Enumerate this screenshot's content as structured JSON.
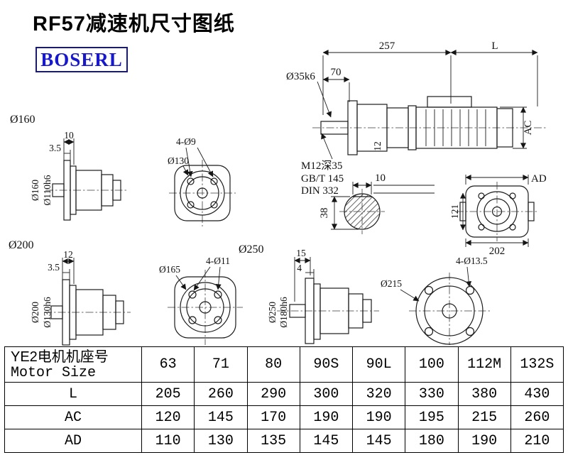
{
  "page": {
    "title": "RF57减速机尺寸图纸",
    "logo": "BOSERL"
  },
  "views": {
    "v160": {
      "name": "Ø160",
      "dim_a": "10",
      "dim_b": "3.5",
      "d_outer": "Ø160",
      "d_inner": "Ø110h6"
    },
    "flange130": {
      "holes": "4-Ø9",
      "d": "Ø130"
    },
    "main": {
      "dim_257": "257",
      "dim_l": "L",
      "dim_70": "70",
      "shaft": "Ø35k6",
      "dim_ac": "AC",
      "dim_12": "12",
      "thread": "M12深35",
      "std1": "GB/T 145",
      "std2": "DIN 332"
    },
    "key": {
      "dim_10": "10",
      "dim_38": "38"
    },
    "ad": {
      "label": "AD",
      "dim_121": "121",
      "dim_202": "202"
    },
    "v200": {
      "name": "Ø200",
      "dim_a": "12",
      "dim_b": "3.5",
      "d_outer": "Ø200",
      "d_inner": "Ø130h6"
    },
    "flange165": {
      "holes": "4-Ø11",
      "d": "Ø165"
    },
    "v250": {
      "name": "Ø250",
      "dim_a": "15",
      "dim_b": "4",
      "d_outer": "Ø250",
      "d_inner": "Ø180h6"
    },
    "flange215": {
      "holes": "4-Ø13.5",
      "d": "Ø215"
    }
  },
  "table": {
    "header_cn": "YE2电机机座号",
    "header_en": "Motor Size",
    "sizes": [
      "63",
      "71",
      "80",
      "90S",
      "90L",
      "100",
      "112M",
      "132S"
    ],
    "rows": [
      {
        "label": "L",
        "values": [
          "205",
          "260",
          "290",
          "300",
          "320",
          "330",
          "380",
          "430"
        ]
      },
      {
        "label": "AC",
        "values": [
          "120",
          "145",
          "170",
          "190",
          "190",
          "195",
          "215",
          "260"
        ]
      },
      {
        "label": "AD",
        "values": [
          "110",
          "130",
          "135",
          "145",
          "145",
          "180",
          "190",
          "210"
        ]
      }
    ]
  }
}
